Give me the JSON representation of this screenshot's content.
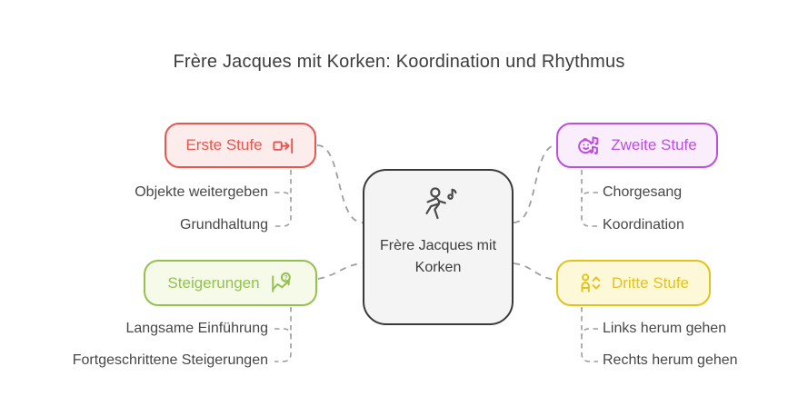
{
  "title": "Frère Jacques mit Korken: Koordination und Rhythmus",
  "center": {
    "label": "Frère Jacques mit Korken",
    "icon": "dancing-person-music-icon",
    "border_color": "#3a3a3a",
    "bg": "#f4f4f4"
  },
  "branches": [
    {
      "label": "Erste Stufe",
      "icon": "step-forward-icon",
      "icon_side": "right",
      "color": "#e8564e",
      "bg": "#fdecec",
      "items": [
        "Objekte weitergeben",
        "Grundhaltung"
      ]
    },
    {
      "label": "Zweite Stufe",
      "icon": "singing-face-icon",
      "icon_side": "left",
      "color": "#ba50dd",
      "bg": "#faeefd",
      "items": [
        "Chorgesang",
        "Koordination"
      ]
    },
    {
      "label": "Steigerungen",
      "icon": "trend-question-icon",
      "icon_side": "right",
      "color": "#94c14e",
      "bg": "#f5fae9",
      "items": [
        "Langsame Einführung",
        "Fortgeschrittene Steigerungen"
      ]
    },
    {
      "label": "Dritte Stufe",
      "icon": "person-updown-icon",
      "icon_side": "left",
      "color": "#e2c31d",
      "bg": "#fdf8d8",
      "items": [
        "Links herum gehen",
        "Rechts herum gehen"
      ]
    }
  ],
  "connector_color": "#9e9e9e",
  "item_text_color": "#474747",
  "title_color": "#3d3d3d"
}
